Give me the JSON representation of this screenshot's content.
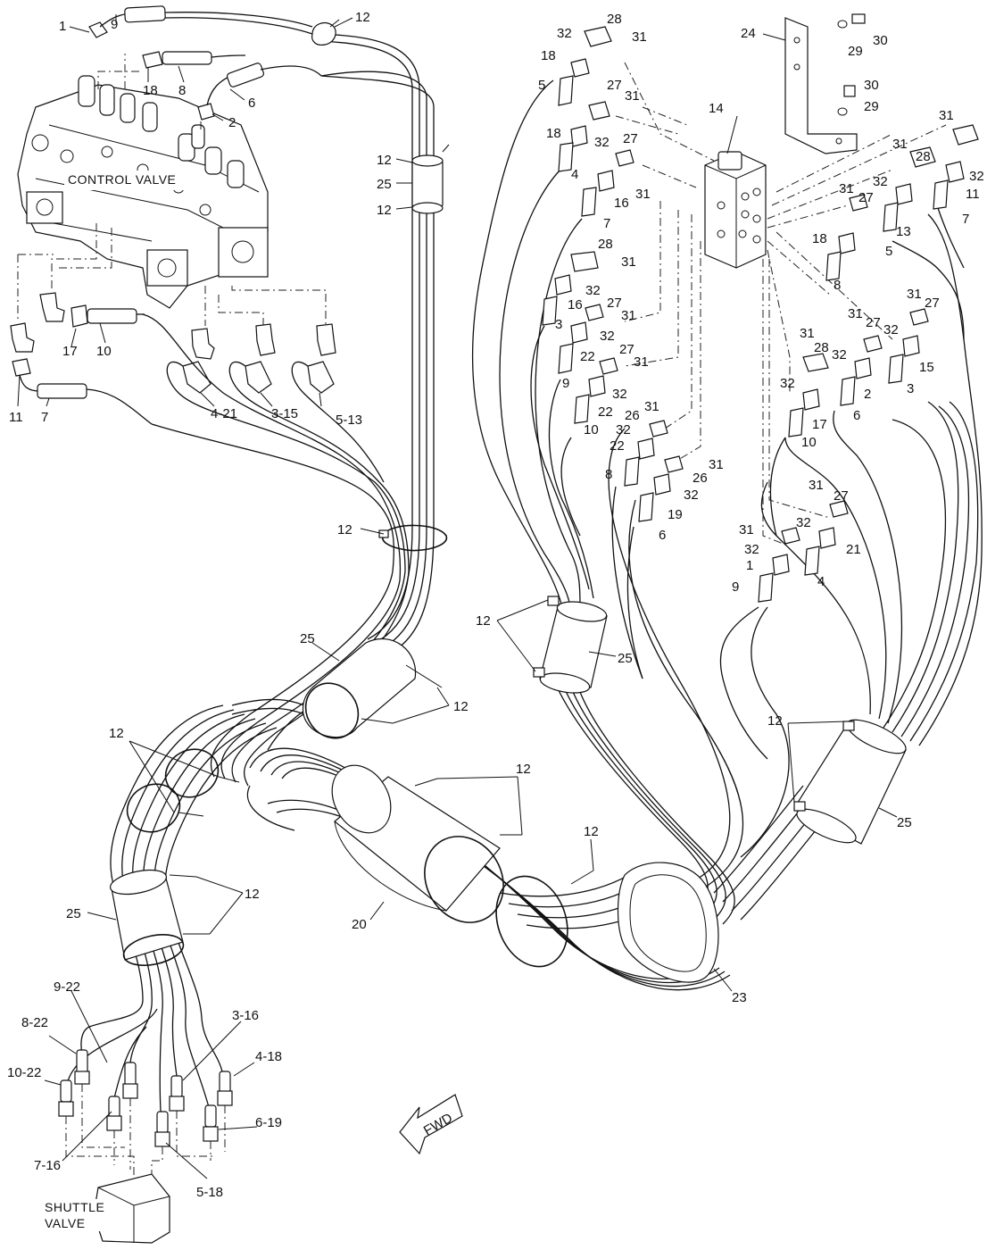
{
  "diagram": {
    "captions": {
      "control_valve": "CONTROL VALVE",
      "shuttle_valve_line1": "SHUTTLE",
      "shuttle_valve_line2": "VALVE",
      "fwd": "FWD"
    },
    "callouts": [
      "1",
      "9",
      "12",
      "18",
      "8",
      "6",
      "2",
      "11",
      "7",
      "17",
      "10",
      "4-21",
      "3-15",
      "5-13",
      "12",
      "25",
      "12",
      "28",
      "32",
      "31",
      "18",
      "5",
      "27",
      "31",
      "18",
      "4",
      "32",
      "27",
      "31",
      "16",
      "7",
      "28",
      "31",
      "32",
      "16",
      "3",
      "27",
      "31",
      "32",
      "22",
      "27",
      "31",
      "32",
      "9",
      "22",
      "10",
      "26",
      "31",
      "32",
      "22",
      "8",
      "31",
      "26",
      "32",
      "19",
      "6",
      "14",
      "24",
      "29",
      "30",
      "30",
      "29",
      "31",
      "28",
      "32",
      "11",
      "31",
      "7",
      "31",
      "27",
      "32",
      "13",
      "5",
      "18",
      "8",
      "31",
      "27",
      "31",
      "27",
      "32",
      "15",
      "3",
      "31",
      "28",
      "32",
      "2",
      "32",
      "17",
      "6",
      "10",
      "31",
      "27",
      "31",
      "32",
      "21",
      "4",
      "32",
      "1",
      "9",
      "12",
      "12",
      "25",
      "12",
      "25",
      "12",
      "12",
      "12",
      "25",
      "12",
      "20",
      "12",
      "23",
      "12",
      "25",
      "9-22",
      "8-22",
      "10-22",
      "3-16",
      "4-18",
      "6-19",
      "7-16",
      "5-18"
    ]
  }
}
